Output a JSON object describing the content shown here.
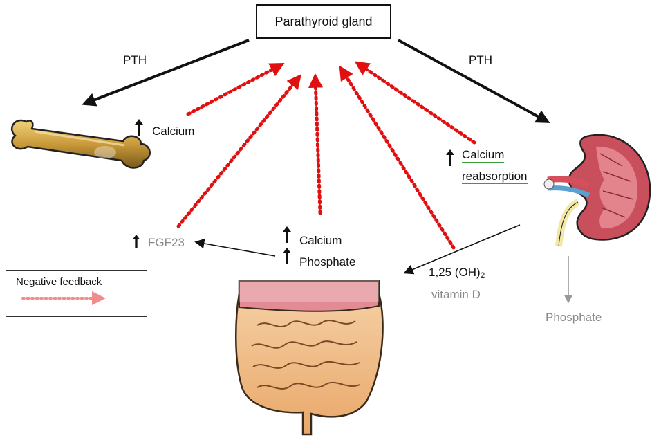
{
  "title": "Parathyroid gland",
  "pth_left": "PTH",
  "pth_right": "PTH",
  "bone": {
    "label": "Calcium",
    "direction": "up"
  },
  "kidney": {
    "line1": "Calcium",
    "line2": "reabsorption",
    "direction": "up"
  },
  "fgf": {
    "label": "FGF23",
    "direction": "up"
  },
  "gut": {
    "line1": "Calcium",
    "line2": "Phosphate",
    "direction": "up"
  },
  "vitd": {
    "line1_main": "1,25 (OH)",
    "line1_sub": "2",
    "line2": "vitamin D"
  },
  "phosphate_out": "Phosphate",
  "legend": {
    "title": "Negative feedback"
  },
  "colors": {
    "feedback": "#e01010",
    "legend_arrow": "#f08c8c",
    "arrow": "#111111",
    "faded": "#8a8a8a"
  },
  "icons": {
    "bone": "bone-icon",
    "kidney": "kidney-icon",
    "intestine": "intestine-icon"
  }
}
